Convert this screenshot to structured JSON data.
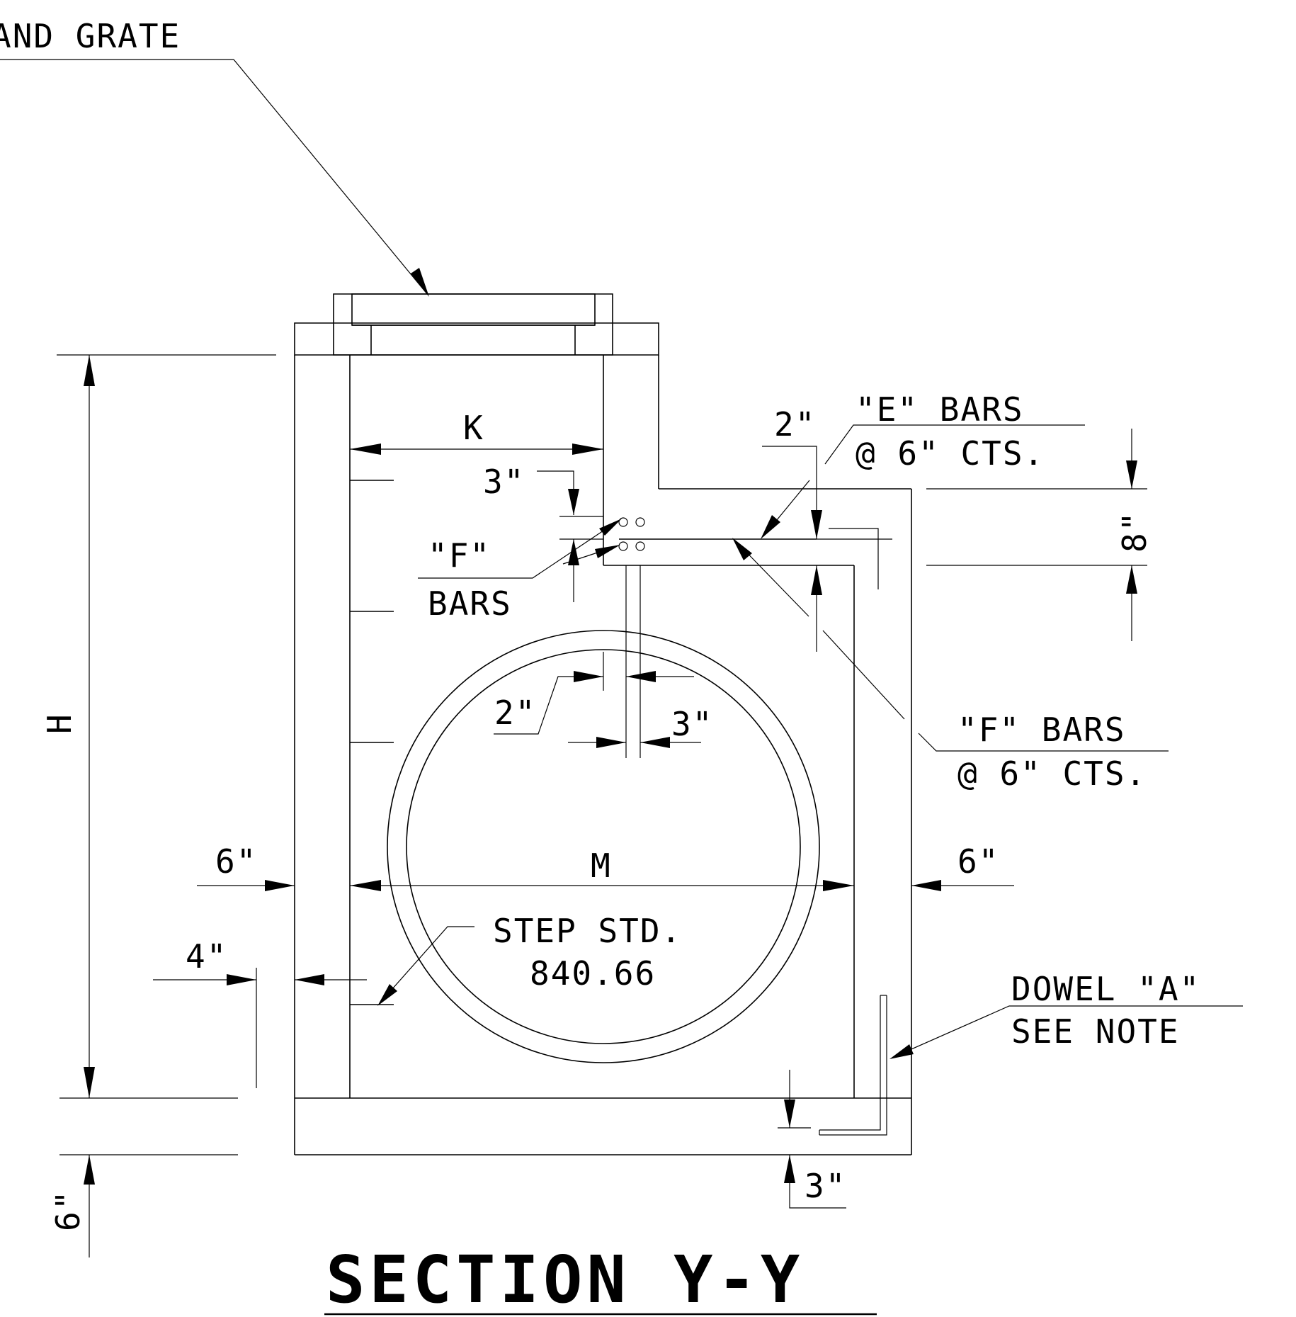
{
  "labels": {
    "frame_grate": "AND GRATE",
    "dim_h": "H",
    "dim_k": "K",
    "dim_m": "M",
    "e_bars_line1": "\"E\" BARS",
    "e_bars_line2": "@ 6\" CTS.",
    "f_bars_top_line1": "\"F\"",
    "f_bars_top_line2": "BARS",
    "f_bars_right_line1": "\"F\" BARS",
    "f_bars_right_line2": "@ 6\" CTS.",
    "step_line1": "STEP STD.",
    "step_line2": "840.66",
    "dowel_line1": "DOWEL \"A\"",
    "dowel_line2": "SEE NOTE",
    "dim_2in_top": "2\"",
    "dim_3in_top": "3\"",
    "dim_8in": "8\"",
    "dim_2in_mid": "2\"",
    "dim_3in_mid": "3\"",
    "dim_6in_left": "6\"",
    "dim_6in_right": "6\"",
    "dim_4in": "4\"",
    "dim_6in_bottom": "6\"",
    "dim_3in_bottom": "3\""
  },
  "title": "SECTION Y-Y"
}
